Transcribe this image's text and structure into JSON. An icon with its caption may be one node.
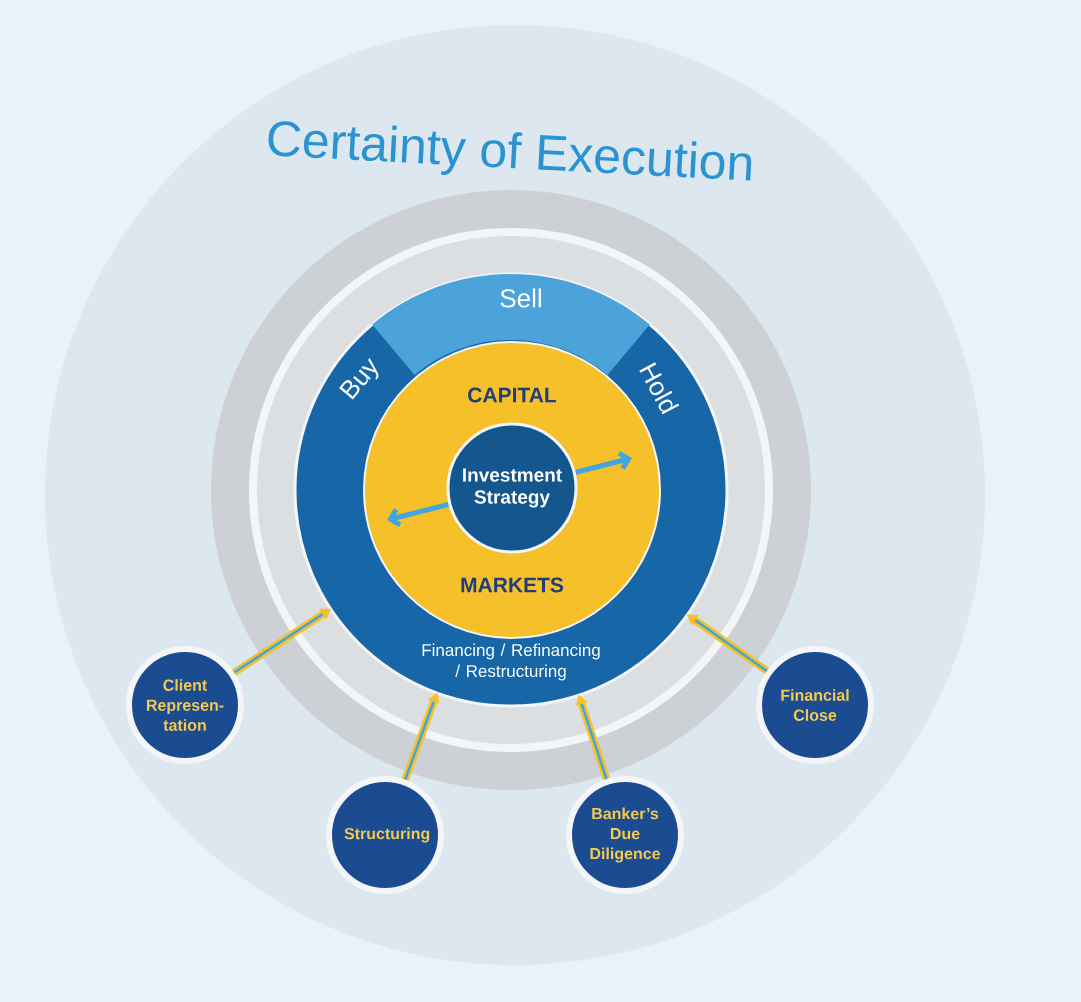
{
  "diagram": {
    "nodes": [
      {
        "text": [
          "Certainty of Execution"
        ]
      },
      {
        "text": [
          "Buy",
          "Sell",
          "Hold",
          "Financing / Refinancing / Restructuring"
        ],
        "in": 0
      },
      {
        "text": [
          "CAPITAL",
          "MARKETS"
        ],
        "in": 1
      },
      {
        "text": [
          "Investment Strategy"
        ],
        "in": 2
      },
      {
        "text": [
          "Client Represen- tation"
        ],
        "in": 0
      },
      {
        "text": [
          "Structuring"
        ],
        "in": 0
      },
      {
        "text": [
          "Banker’s Due Diligence"
        ],
        "in": 0
      },
      {
        "text": [
          "Financial Close"
        ],
        "in": 0
      }
    ],
    "edges": [
      {
        "from": 4,
        "to": 1,
        "arrow": "to"
      },
      {
        "from": 5,
        "to": 1,
        "arrow": "to"
      },
      {
        "from": 6,
        "to": 1,
        "arrow": "to"
      },
      {
        "from": 7,
        "to": 1,
        "arrow": "to"
      }
    ]
  }
}
